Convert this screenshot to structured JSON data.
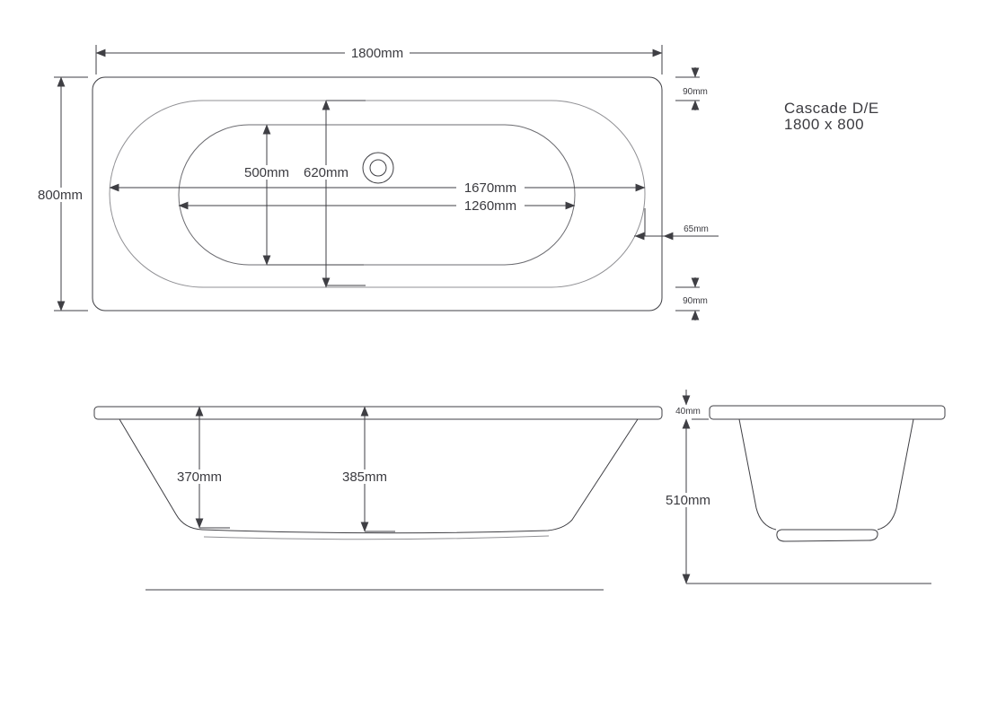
{
  "title": {
    "product_name": "Cascade D/E",
    "product_size": "1800 x 800"
  },
  "dims": {
    "plan": {
      "overall_length": "1800mm",
      "overall_width": "800mm",
      "basin_width": "500mm",
      "rim_opening_width": "620mm",
      "rim_opening_length": "1670mm",
      "basin_length": "1260mm",
      "rim_top": "90mm",
      "rim_bottom": "90mm",
      "rim_end": "65mm"
    },
    "side": {
      "depth_at_end": "370mm",
      "depth_at_centre": "385mm"
    },
    "end": {
      "rim_thickness": "40mm",
      "overall_height": "510mm"
    }
  },
  "colors": {
    "line_dark": "#3f3f44",
    "line_light": "#909094",
    "text": "#3b3b40",
    "background": "#ffffff"
  }
}
